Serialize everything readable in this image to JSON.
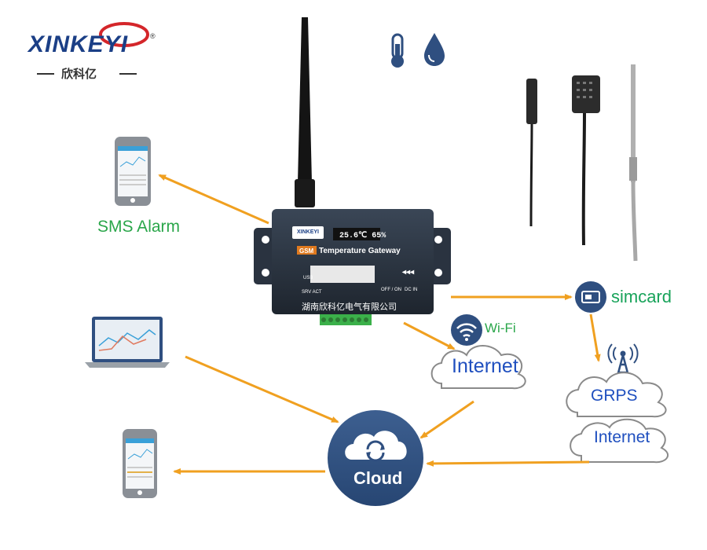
{
  "brand": {
    "wordmark": "XINKEYI",
    "chinese_name": "欣科亿",
    "registered_mark": "®"
  },
  "device": {
    "reading": "25.6℃ 65%",
    "module_tag": "GSM",
    "title": "Temperature Gateway",
    "power_label": "OFF / ON",
    "dc_label": "DC IN",
    "led_label": "SRV ACT",
    "usb_label": "USB",
    "manufacturer_cn": "湖南欣科亿电气有限公司",
    "logo_text": "XINKEYI"
  },
  "labels": {
    "sms_alarm": "SMS Alarm",
    "simcard": "simcard",
    "wifi": "Wi-Fi",
    "internet_wifi": "Internet",
    "grps": "GRPS",
    "internet_cell": "Internet",
    "cloud": "Cloud"
  },
  "icons": [
    "thermometer-icon",
    "water-drop-icon",
    "wifi-icon",
    "sim-card-icon",
    "cell-tower-icon",
    "sync-icon",
    "phone-icon",
    "laptop-icon",
    "antenna-icon"
  ],
  "colors": {
    "arrow": "#f0a020",
    "brand_blue": "#1b3f86",
    "cloud_blue": "#2f4f80",
    "accent_green": "#2aa64a",
    "internet_blue": "#1f4fbf"
  }
}
